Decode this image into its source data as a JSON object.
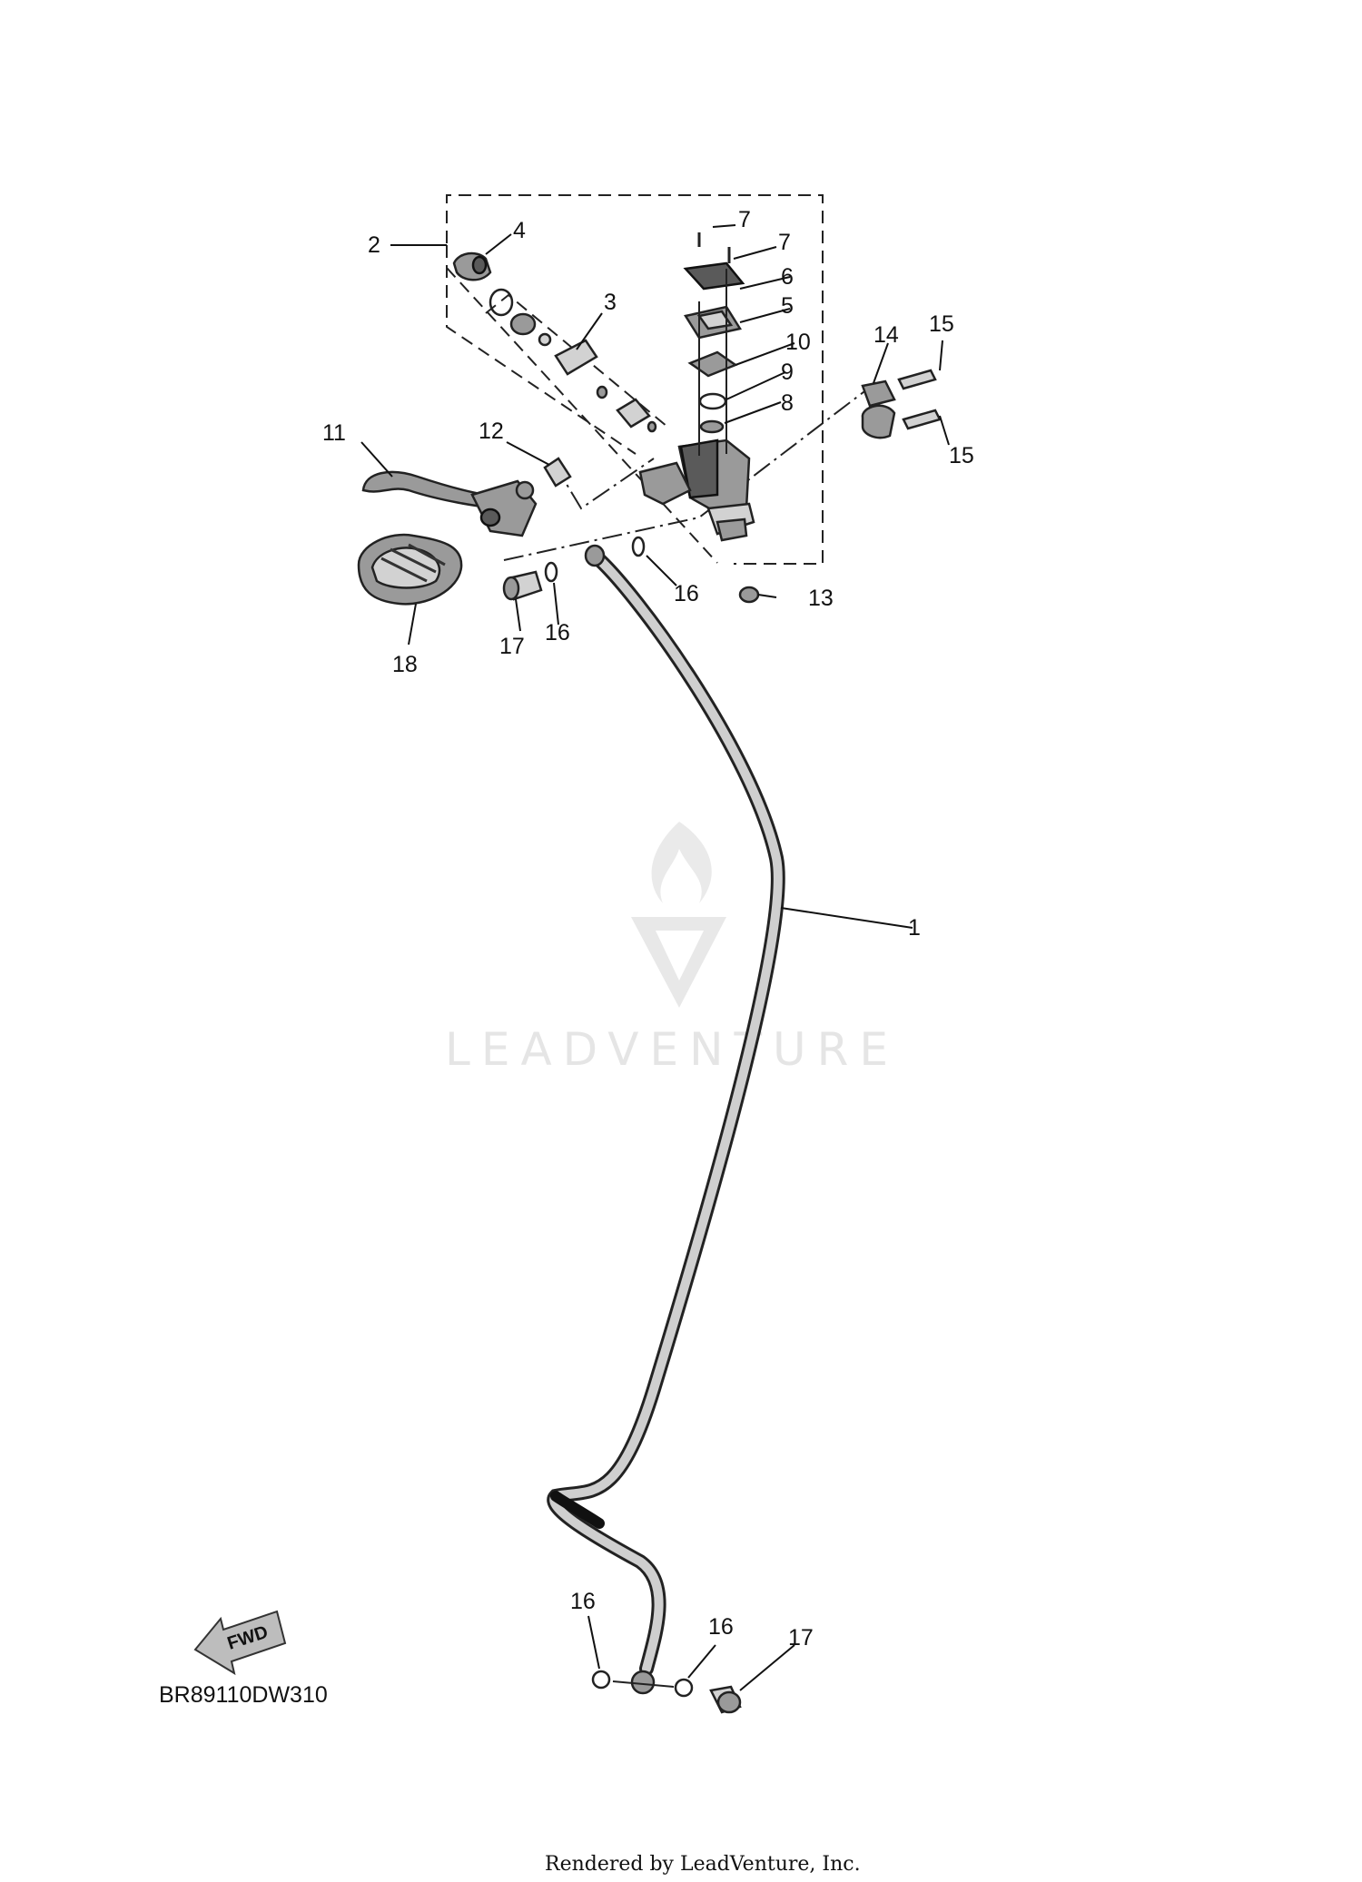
{
  "callouts": {
    "c1": "1",
    "c2": "2",
    "c3": "3",
    "c4": "4",
    "c5": "5",
    "c6": "6",
    "c7a": "7",
    "c7b": "7",
    "c8": "8",
    "c9": "9",
    "c10": "10",
    "c11": "11",
    "c12": "12",
    "c13": "13",
    "c14": "14",
    "c15a": "15",
    "c15b": "15",
    "c16a": "16",
    "c16b": "16",
    "c16c": "16",
    "c16d": "16",
    "c17a": "17",
    "c17b": "17",
    "c18": "18"
  },
  "fwd_label": "FWD",
  "diagram_code": "BR89110DW310",
  "watermark": "LEADVENTURE",
  "footer": "Rendered by LeadVenture, Inc.",
  "colors": {
    "line": "#111111",
    "part_fill": "#9a9a9a",
    "watermark": "#e3e3e3"
  }
}
